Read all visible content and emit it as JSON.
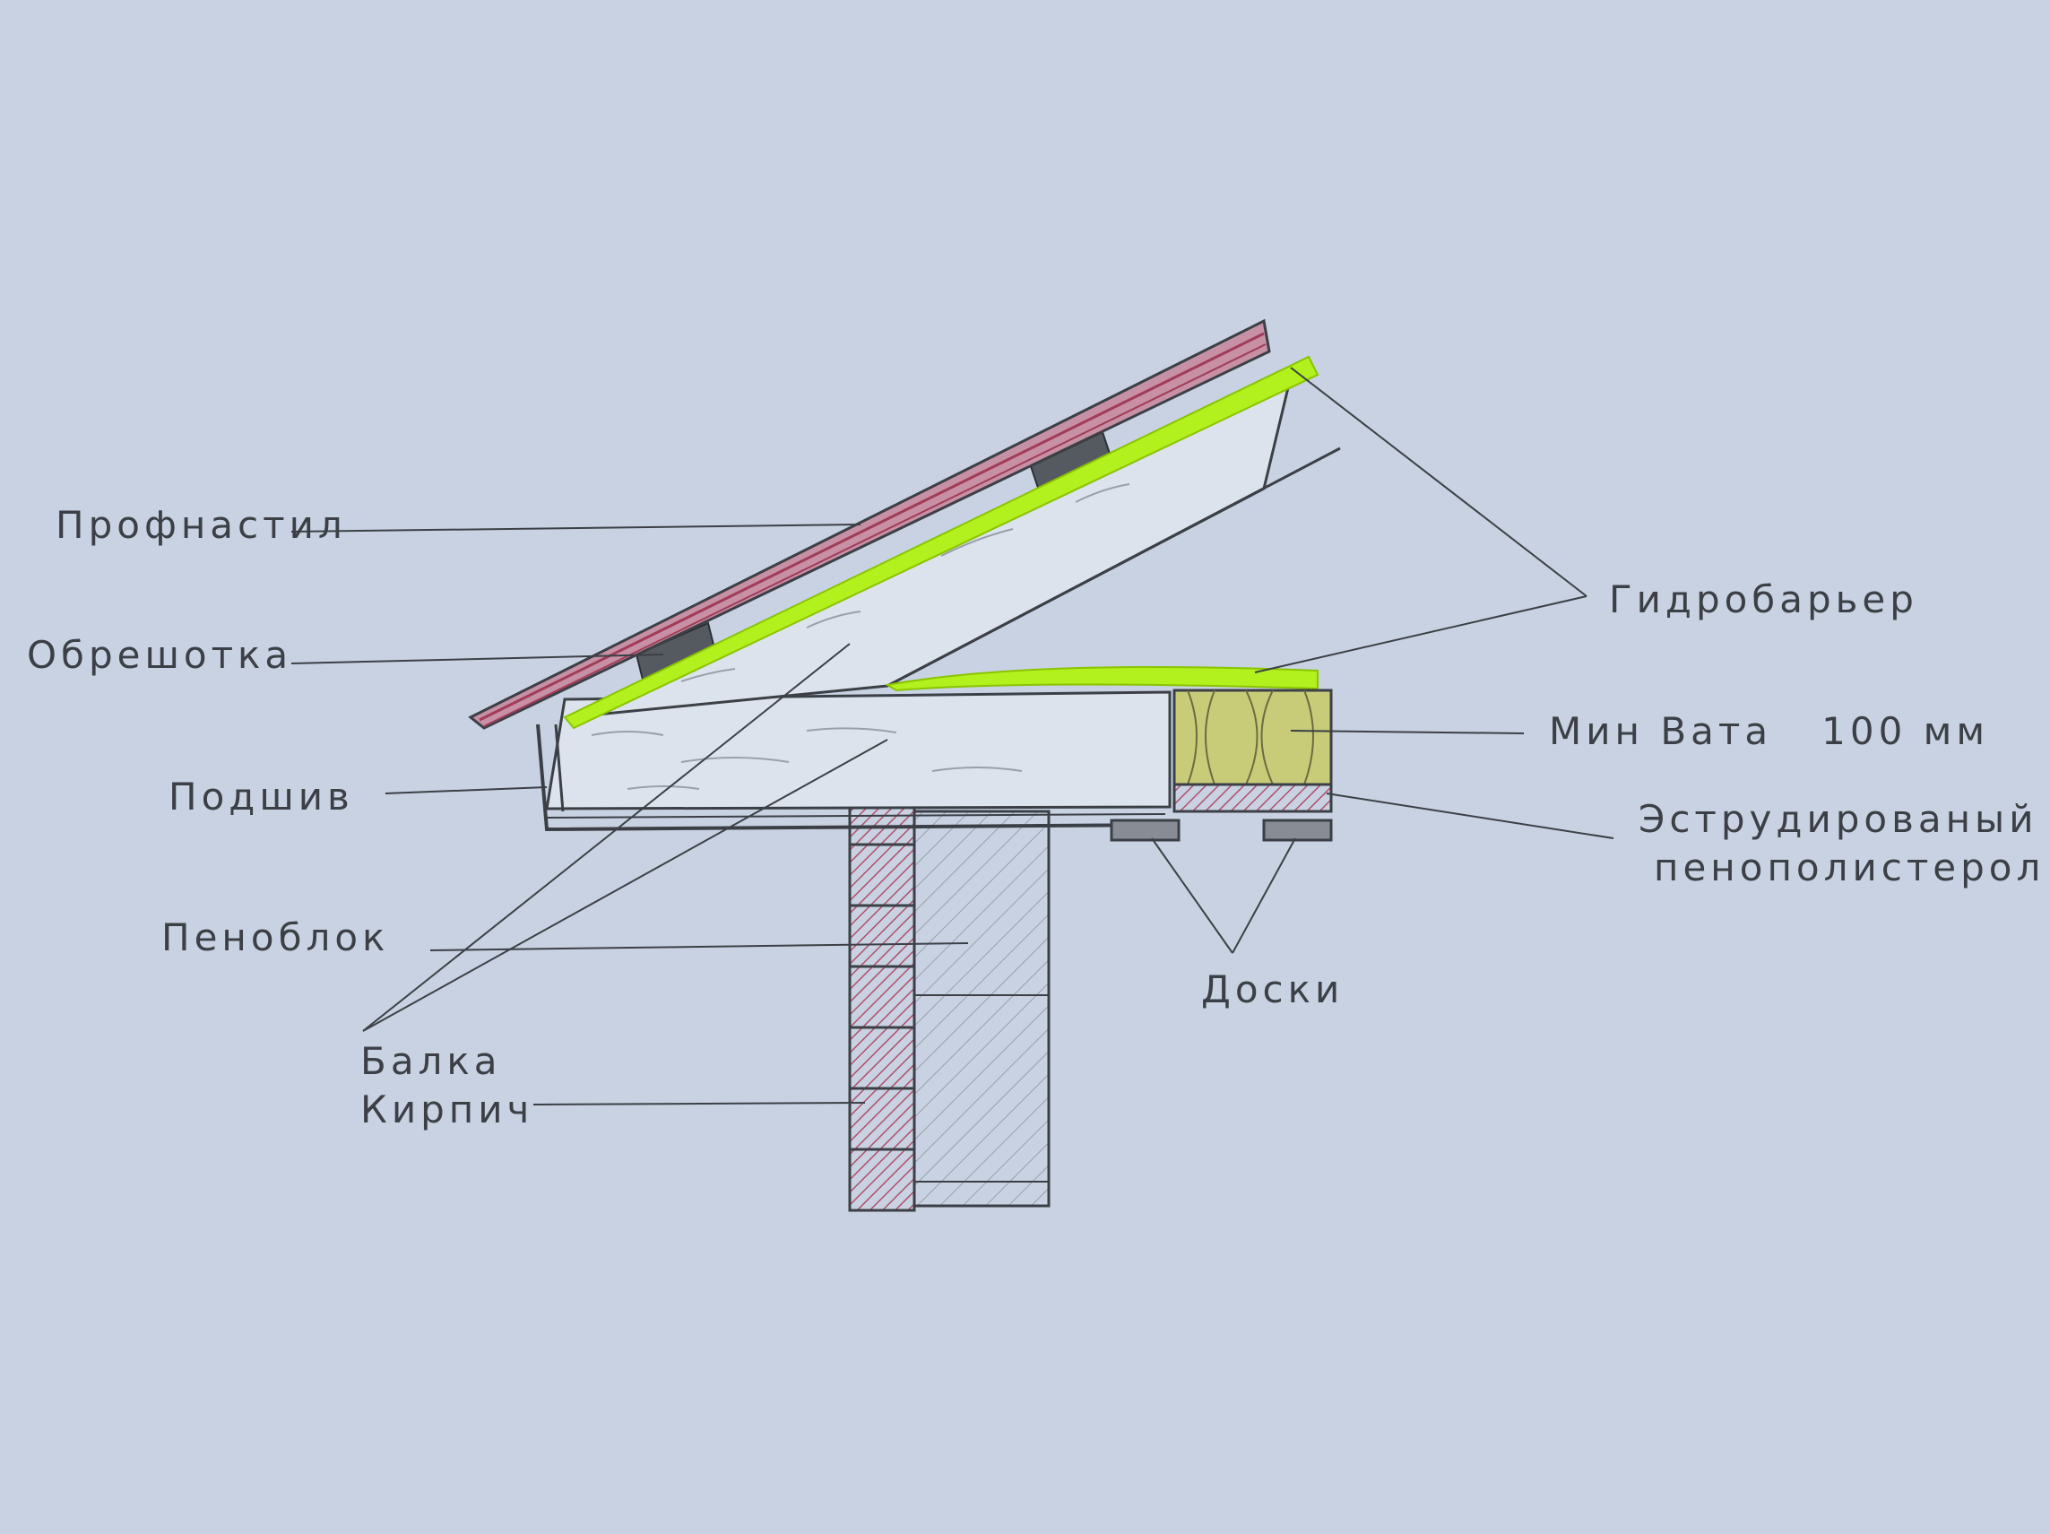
{
  "diagram": {
    "labels": {
      "profnastil": "Профнастил",
      "obreshotka": "Обрешотка",
      "podshiv": "Подшив",
      "penoblok": "Пеноблок",
      "balka": "Балка",
      "kirpich": "Кирпич",
      "gidrobarier": "Гидробарьер",
      "minvata": "Мин Вата   100 мм",
      "extruded_line1": "Эструдированый",
      "extruded_line2": "пенополистерол",
      "doski": "Доски"
    },
    "colors": {
      "paper": "#c8d2e2",
      "pencil": "#3c4046",
      "roof_red": "#a03c5a",
      "barrier_green": "#b2f01e",
      "brick_red": "#a84a64",
      "wool_yellow": "#c8cc78"
    }
  }
}
